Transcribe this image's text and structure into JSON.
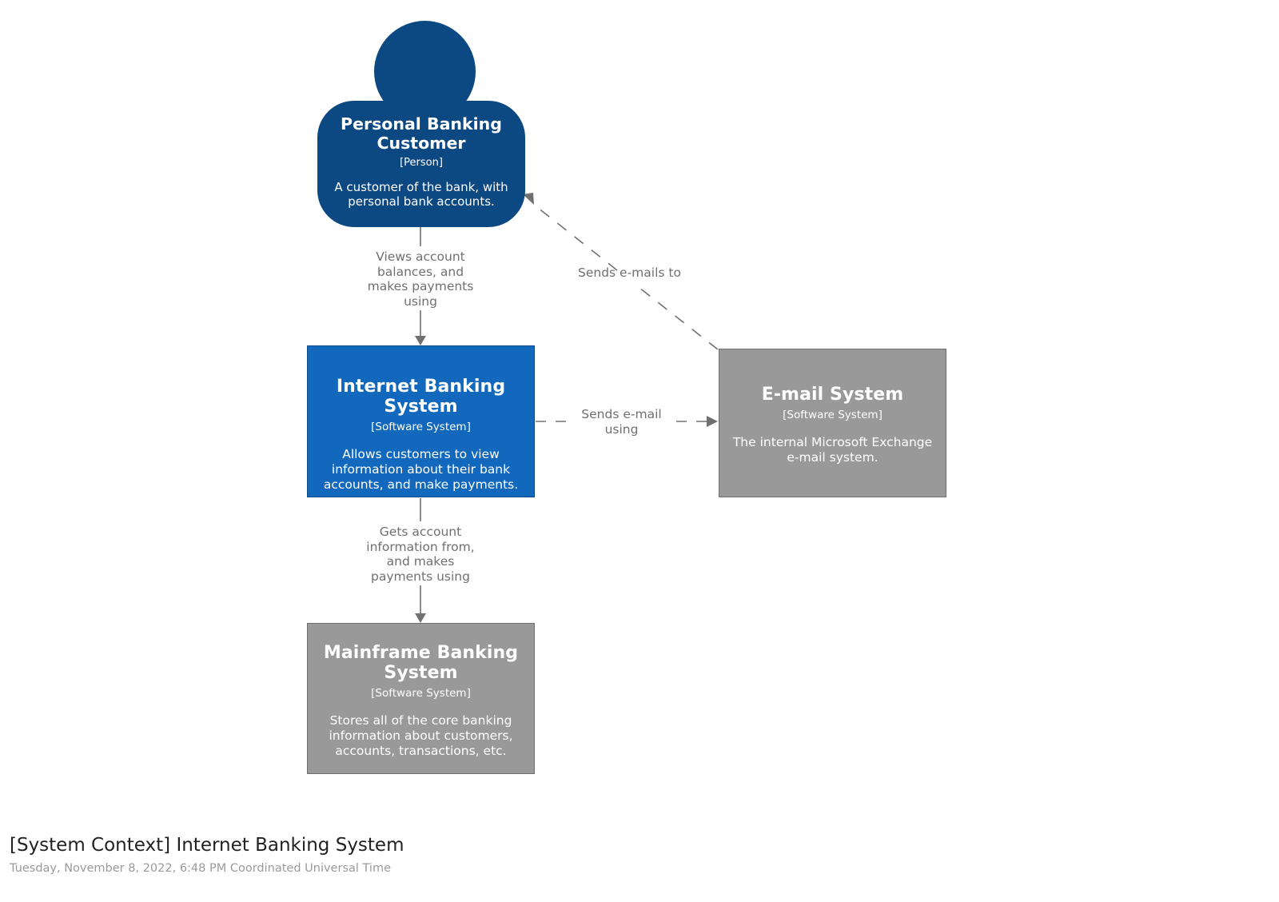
{
  "diagram": {
    "title": "[System Context] Internet Banking System",
    "date": "Tuesday, November 8, 2022, 6:48 PM Coordinated Universal Time",
    "colors": {
      "person": "#0c4882",
      "focus_system": "#1168bd",
      "external_system": "#999999",
      "edge": "#707070",
      "background": "#ffffff"
    }
  },
  "nodes": {
    "customer": {
      "title": "Personal Banking Customer",
      "tech": "[Person]",
      "desc": "A customer of the bank, with personal bank accounts."
    },
    "internet_banking": {
      "title": "Internet Banking System",
      "tech": "[Software System]",
      "desc": "Allows customers to view information about their bank accounts, and make payments."
    },
    "email": {
      "title": "E-mail System",
      "tech": "[Software System]",
      "desc": "The internal Microsoft Exchange e-mail system."
    },
    "mainframe": {
      "title": "Mainframe Banking System",
      "tech": "[Software System]",
      "desc": "Stores all of the core banking information about customers, accounts, transactions, etc."
    }
  },
  "edges": {
    "customer_to_internet_banking": {
      "label": "Views account\nbalances, and\nmakes payments\nusing",
      "style": "solid"
    },
    "internet_banking_to_mainframe": {
      "label": "Gets account\ninformation from,\nand makes\npayments using",
      "style": "solid"
    },
    "internet_banking_to_email": {
      "label": "Sends e-mail\nusing",
      "style": "dashed"
    },
    "email_to_customer": {
      "label": "Sends e-mails to",
      "style": "dashed"
    }
  }
}
